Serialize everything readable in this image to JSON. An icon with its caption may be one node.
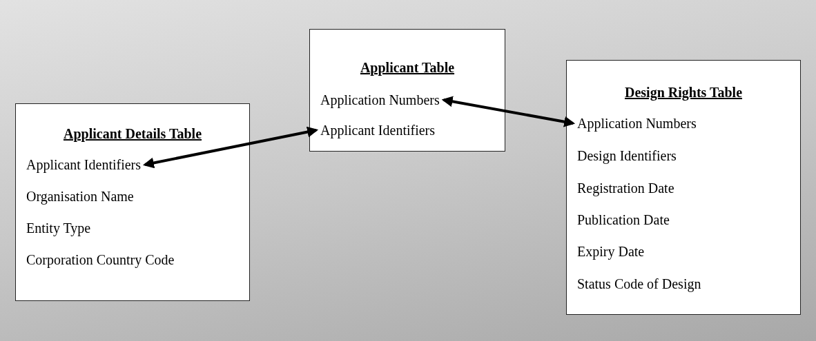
{
  "diagram": {
    "nodes": [
      {
        "text": [
          "Applicant Details Table"
        ]
      },
      {
        "text": [
          "Applicant Identifiers"
        ],
        "in": 0
      },
      {
        "text": [
          "Organisation Name"
        ],
        "in": 0
      },
      {
        "text": [
          "Entity Type"
        ],
        "in": 0
      },
      {
        "text": [
          "Corporation Country Code"
        ],
        "in": 0
      },
      {
        "text": [
          "Applicant Table"
        ]
      },
      {
        "text": [
          "Application Numbers"
        ],
        "in": 5
      },
      {
        "text": [
          "Applicant Identifiers"
        ],
        "in": 5
      },
      {
        "text": [
          "Design Rights Table"
        ]
      },
      {
        "text": [
          "Application Numbers"
        ],
        "in": 8
      },
      {
        "text": [
          "Design Identifiers"
        ],
        "in": 8
      },
      {
        "text": [
          "Registration Date"
        ],
        "in": 8
      },
      {
        "text": [
          "Publication Date"
        ],
        "in": 8
      },
      {
        "text": [
          "Expiry Date"
        ],
        "in": 8
      },
      {
        "text": [
          "Status Code of Design"
        ],
        "in": 8
      }
    ],
    "edges": [
      {
        "from": 1,
        "to": 7,
        "arrow": "both"
      },
      {
        "from": 6,
        "to": 9,
        "arrow": "both"
      }
    ]
  }
}
